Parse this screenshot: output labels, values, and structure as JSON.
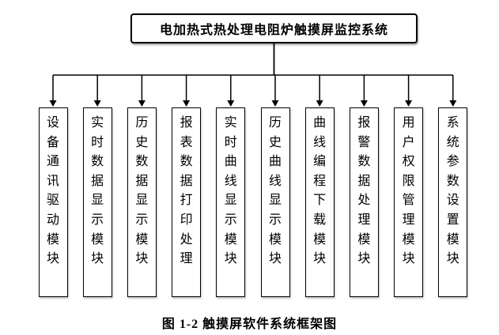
{
  "diagram": {
    "title": "电加热式热处理电阻炉触摸屏监控系统",
    "modules": [
      "设备通讯驱动模块",
      "实时数据显示模块",
      "历史数据显示模块",
      "报表数据打印处理",
      "实时曲线显示模块",
      "历史曲线显示模块",
      "曲线编程下载模块",
      "报警数据处理模块",
      "用户权限管理模块",
      "系统参数设置模块"
    ],
    "caption": "图 1-2  触摸屏软件系统框架图",
    "colors": {
      "line": "#000000",
      "box_border": "#000000",
      "box_background": "#ffffff",
      "text": "#000000",
      "page_background": "#ffffff"
    }
  }
}
